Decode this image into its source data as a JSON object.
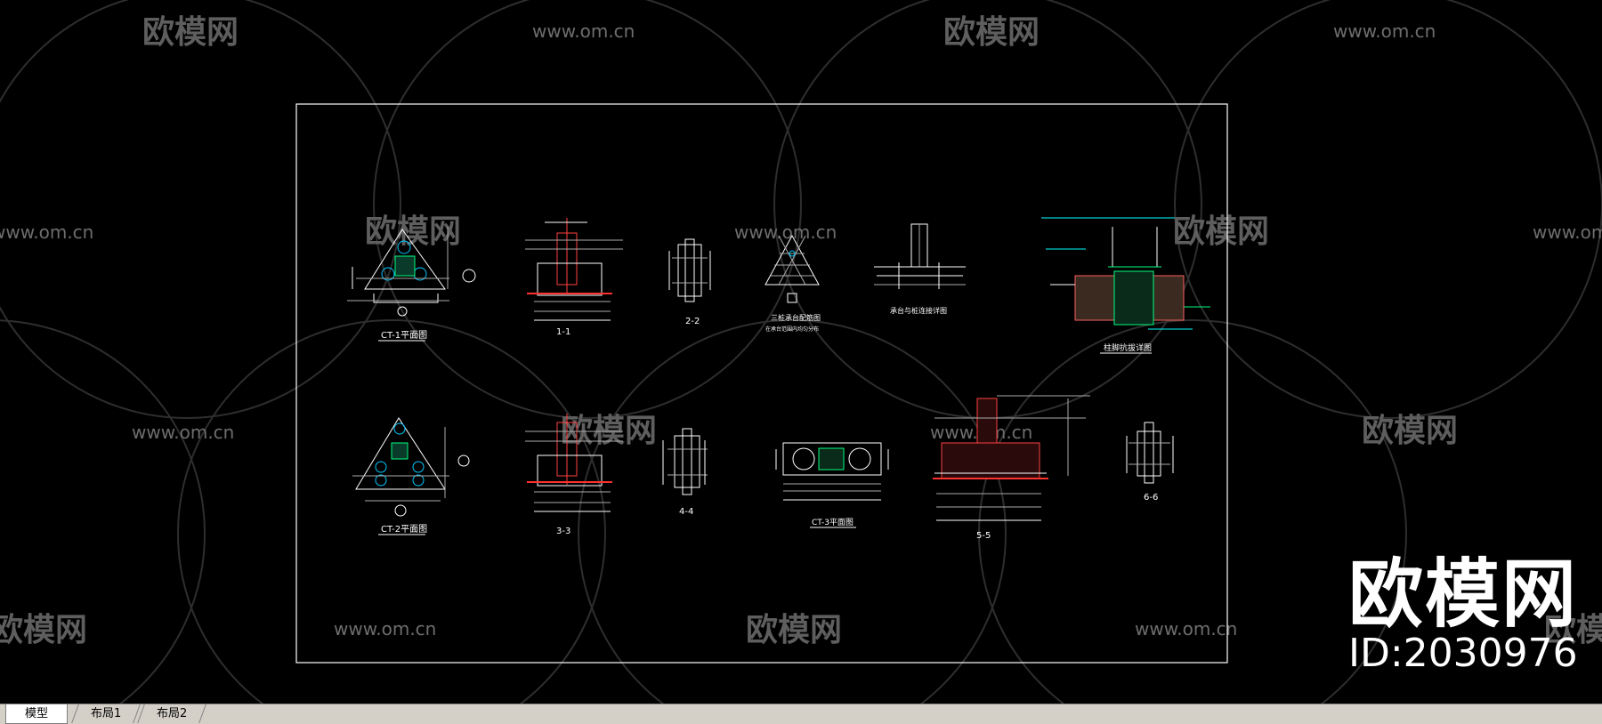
{
  "watermarks": {
    "logo_text": "欧模网",
    "site_text": "www.om.cn",
    "big_title": "欧模网",
    "big_id": "ID:2030976"
  },
  "drawing": {
    "labels": {
      "ct1_plan": "CT-1平面图",
      "sec_1_1": "1-1",
      "sec_2_2": "2-2",
      "three_pile_cap": "三桩承台配筋图",
      "three_pile_note": "在承台范围内均匀分布",
      "pile_cap_connection": "承台与桩连接详图",
      "pile_top_detail": "柱脚抗拔详图",
      "ct2_plan": "CT-2平面图",
      "sec_3_3": "3-3",
      "sec_4_4": "4-4",
      "ct3_plan": "CT-3平面图",
      "sec_5_5": "5-5",
      "sec_6_6": "6-6"
    }
  },
  "tabs": [
    {
      "label": "模型",
      "active": true
    },
    {
      "label": "布局1",
      "active": false
    },
    {
      "label": "布局2",
      "active": false
    }
  ]
}
